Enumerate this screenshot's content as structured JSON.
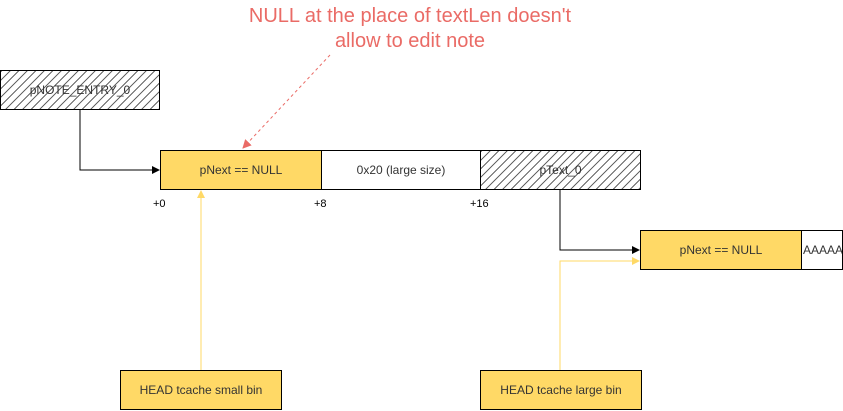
{
  "annotation": {
    "line1": "NULL at the place of textLen doesn't",
    "line2": "allow to edit note"
  },
  "note_entry": {
    "label": "pNOTE_ENTRY_0"
  },
  "chunk": {
    "cells": [
      {
        "label": "pNext == NULL"
      },
      {
        "label": "0x20 (large size)"
      },
      {
        "label": "pText_0"
      }
    ],
    "offsets": [
      "+0",
      "+8",
      "+16"
    ]
  },
  "text_chunk": {
    "next_label": "pNext == NULL",
    "data_label": "AAAAA"
  },
  "bins": {
    "small": "HEAD tcache small bin",
    "large": "HEAD tcache large bin"
  },
  "colors": {
    "yellow_fill": "#FFD966",
    "yellow_arrow": "#FFD966",
    "annotation_red": "#EA6B66",
    "hatch": "#666666"
  }
}
